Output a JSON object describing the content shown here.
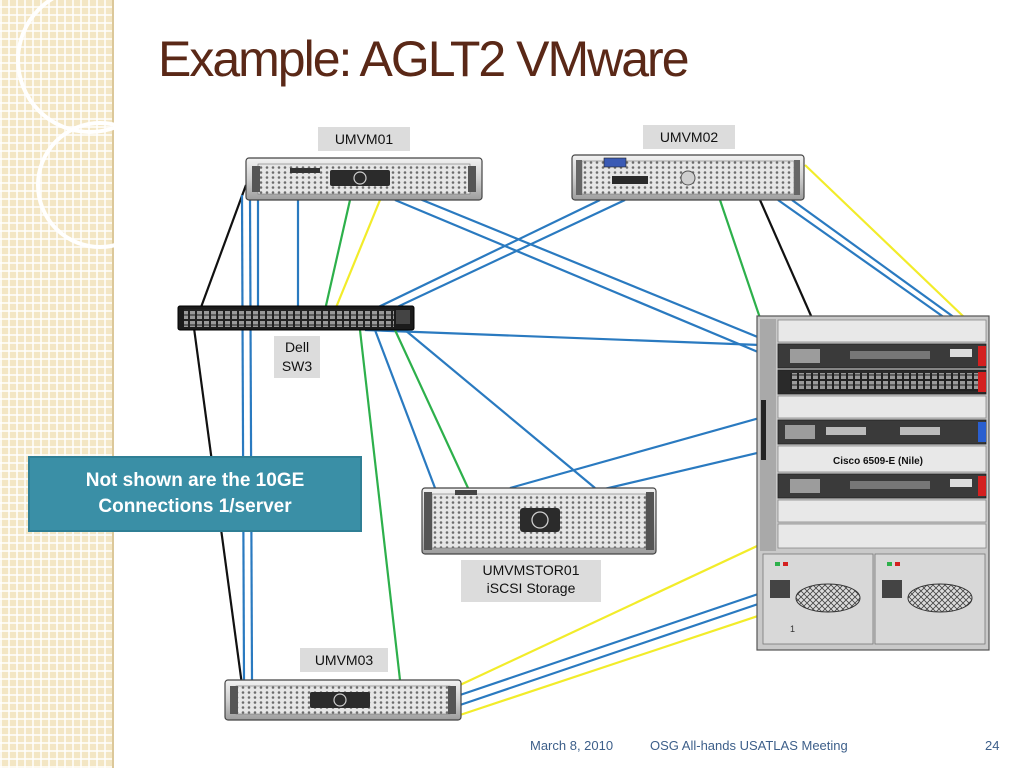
{
  "slide": {
    "title": "Example: AGLT2 VMware",
    "callout_line1": "Not shown are the 10GE",
    "callout_line2": "Connections 1/server"
  },
  "nodes": {
    "umvm01": "UMVM01",
    "umvm02": "UMVM02",
    "umvm03": "UMVM03",
    "dell_sw3_line1": "Dell",
    "dell_sw3_line2": "SW3",
    "storage_line1": "UMVMSTOR01",
    "storage_line2": "iSCSI Storage",
    "cisco": "Cisco 6509-E (Nile)",
    "psu_number": "1"
  },
  "footer": {
    "date": "March 8, 2010",
    "meeting": "OSG All-hands USATLAS Meeting",
    "page": "24"
  },
  "colors": {
    "title": "#5a2817",
    "callout_bg": "#3a8fa6",
    "link_blue": "#2a7ac0",
    "link_green": "#2db04b",
    "link_yellow": "#f2ec2a",
    "link_black": "#111111",
    "footer_text": "#3d5f8a"
  },
  "link_types": [
    "black",
    "blue",
    "green",
    "yellow"
  ]
}
